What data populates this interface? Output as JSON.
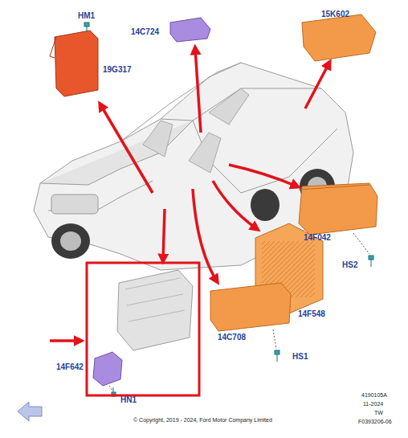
{
  "diagram": {
    "labels": [
      "HM1",
      "19G317",
      "14C724",
      "15K602",
      "14F042",
      "HS2",
      "14F548",
      "14C708",
      "HS1",
      "14F642",
      "HN1",
      "4190105A",
      "11-2024",
      "TW",
      "F0393206-06",
      "© Copyright, 2019 - 2024, Ford Motor Company Limited"
    ]
  }
}
